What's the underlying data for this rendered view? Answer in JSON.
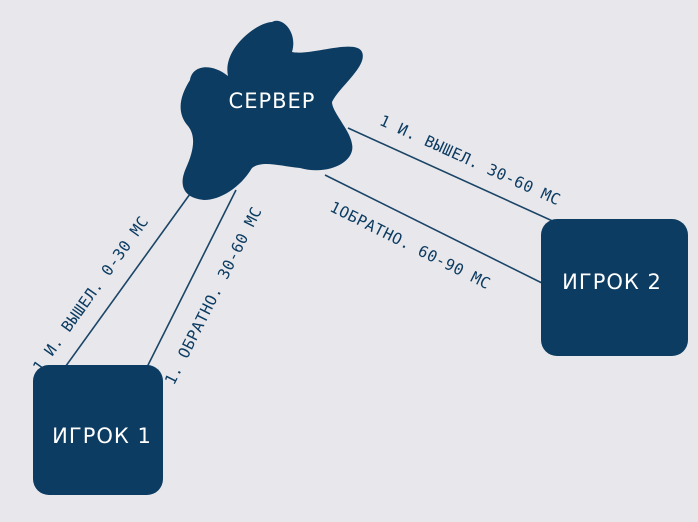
{
  "colors": {
    "background": "#e8e8ec",
    "node_fill": "#0d3c62",
    "node_text": "#ffffff",
    "edge_line": "#1b4566",
    "edge_text": "#0d3c62"
  },
  "nodes": {
    "server": {
      "label": "СЕРВЕР",
      "shape": "cloud-blob"
    },
    "player1": {
      "label": "ИГРОК 1",
      "shape": "rounded-square"
    },
    "player2": {
      "label": "ИГРОК 2",
      "shape": "rounded-square"
    }
  },
  "edges": {
    "p1_out": {
      "label": "1 И. ВЫШЕЛ. 0-30 МС"
    },
    "p1_back": {
      "label": "1. ОБРАТНО. 30-60 МС"
    },
    "p2_out": {
      "label": "1 И. ВЫШЕЛ. 30-60 МС"
    },
    "p2_back": {
      "label": "1ОБРАТНО. 60-90 МС"
    }
  }
}
